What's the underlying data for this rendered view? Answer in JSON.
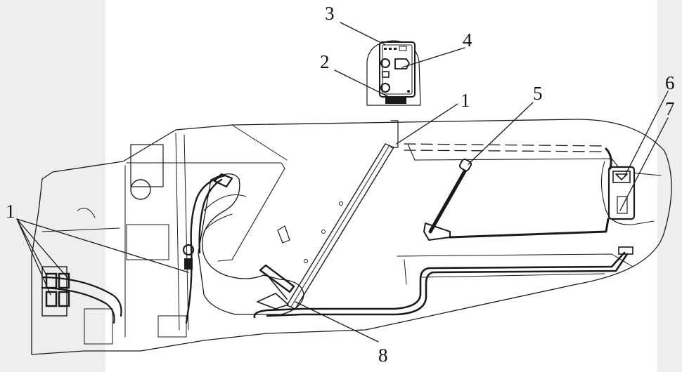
{
  "diagram": {
    "background_color": "#ffffff",
    "side_bar_color": "#eeeeee",
    "ink_color": "#1a1a1a",
    "callouts": [
      "1",
      "2",
      "3",
      "4",
      "5",
      "6",
      "7",
      "8"
    ],
    "callout_1_repeat": "1"
  }
}
